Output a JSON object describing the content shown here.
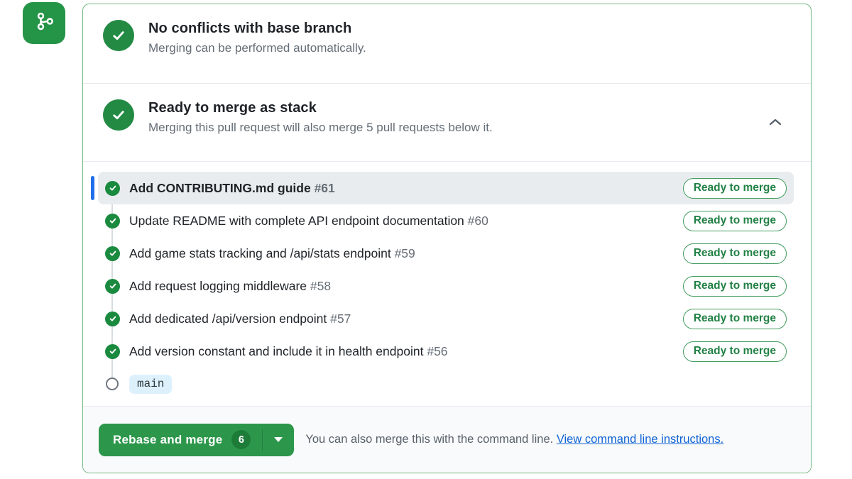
{
  "app_icon": {
    "icon": "git-fork-icon"
  },
  "checks": [
    {
      "title": "No conflicts with base branch",
      "subtitle": "Merging can be performed automatically."
    },
    {
      "title": "Ready to merge as stack",
      "subtitle": "Merging this pull request will also merge 5 pull requests below it."
    }
  ],
  "stack": {
    "items": [
      {
        "title": "Add CONTRIBUTING.md guide",
        "number": "#61",
        "status": "Ready to merge"
      },
      {
        "title": "Update README with complete API endpoint documentation",
        "number": "#60",
        "status": "Ready to merge"
      },
      {
        "title": "Add game stats tracking and /api/stats endpoint",
        "number": "#59",
        "status": "Ready to merge"
      },
      {
        "title": "Add request logging middleware",
        "number": "#58",
        "status": "Ready to merge"
      },
      {
        "title": "Add dedicated /api/version endpoint",
        "number": "#57",
        "status": "Ready to merge"
      },
      {
        "title": "Add version constant and include it in health endpoint",
        "number": "#56",
        "status": "Ready to merge"
      }
    ],
    "base_branch": "main"
  },
  "footer": {
    "merge_button": "Rebase and merge",
    "merge_count": "6",
    "caption": "You can also merge this with the command line.",
    "link": "View command line instructions."
  },
  "colors": {
    "success_green": "#238a44",
    "button_green": "#2c974b",
    "badge_green": "#218145",
    "panel_border_green": "#76b884",
    "selected_bar_blue": "#1f6feb",
    "link_blue": "#0f63d6",
    "branch_badge_bg": "#ddf1fd",
    "selected_row_bg": "#e9ecef"
  }
}
